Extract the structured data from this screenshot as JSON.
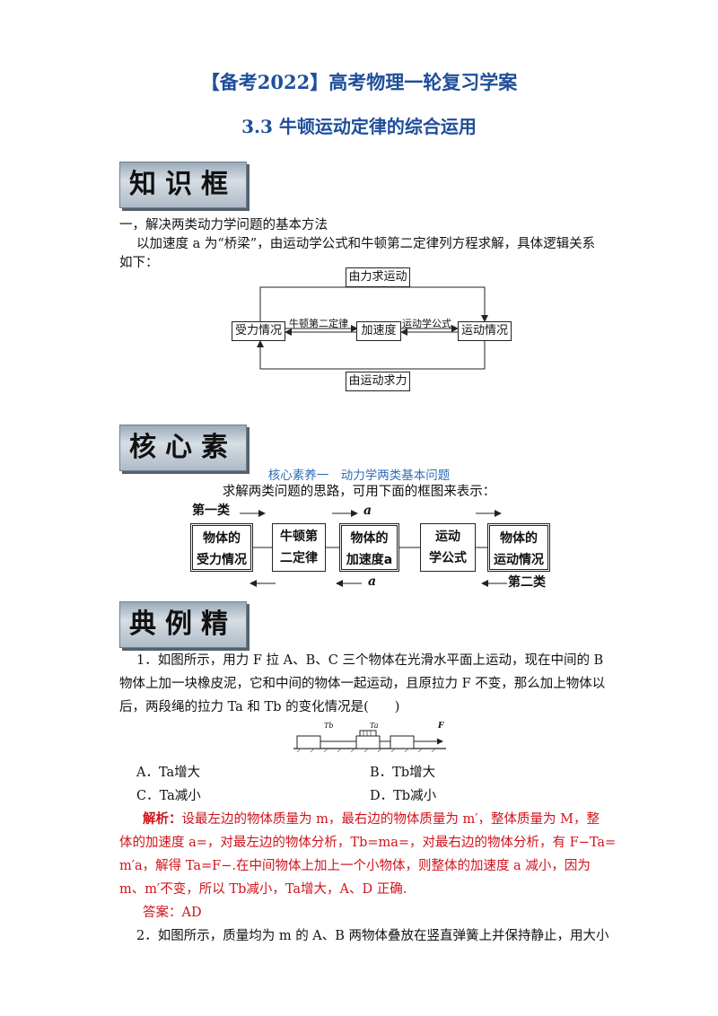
{
  "header": {
    "title": "【备考2022】高考物理一轮复习学案",
    "subtitle": "3.3 牛顿运动定律的综合运用"
  },
  "sections": {
    "knowledge": "知识框",
    "core": "核心素",
    "examples": "典例精"
  },
  "knowledge": {
    "item1": "一，解决两类动力学问题的基本方法",
    "para1": "以加速度 a 为“桥梁”，由运动学公式和牛顿第二定律列方程求解，具体逻辑关系",
    "para2": "如下：",
    "flow": {
      "top": "由力求运动",
      "bottom": "由运动求力",
      "left": "受力情况",
      "mid": "加速度",
      "right": "运动情况",
      "edge1": "牛顿第二定律",
      "edge2": "运动学公式"
    }
  },
  "core": {
    "heading": "核心素养一　动力学两类基本问题",
    "intro": "求解两类问题的思路，可用下面的框图来表示：",
    "first_class": "第一类",
    "second_class": "第二类",
    "a_symbol": "a",
    "box1": [
      "物体的",
      "受力情况"
    ],
    "box2": [
      "牛顿第",
      "二定律"
    ],
    "box3": [
      "物体的",
      "加速度a"
    ],
    "box4": [
      "运动",
      "学公式"
    ],
    "box5": [
      "物体的",
      "运动情况"
    ]
  },
  "q1": {
    "line1": "1．如图所示，用力 F 拉 A、B、C 三个物体在光滑水平面上运动，现在中间的 B",
    "line2": "物体上加一块橡皮泥，它和中间的物体一起运动，且原拉力 F 不变，那么加上物体以",
    "line3": "后，两段绳的拉力 Ta 和 Tb 的变化情况是(　　)",
    "fig_tb": "Tb",
    "fig_ta": "Ta",
    "fig_f": "F",
    "optA": "A．Ta增大",
    "optB": "B．Tb增大",
    "optC": "C．Ta减小",
    "optD": "D．Tb减小",
    "sol_label": "解析：",
    "sol1": "设最左边的物体质量为 m，最右边的物体质量为 m′，整体质量为 M，整",
    "sol2": "体的加速度 a=，对最左边的物体分析，Tb=ma=，对最右边的物体分析，有 F−Ta=",
    "sol3": "m′a，解得 Ta=F−.在中间物体上加上一个小物体，则整体的加速度 a 减小，因为",
    "sol4": "m、m′不变，所以 Tb减小，Ta增大，A、D 正确.",
    "ans_label": "答案：",
    "ans": "AD"
  },
  "q2": {
    "line1": "2．如图所示，质量均为 m 的 A、B 两物体叠放在竖直弹簧上并保持静止，用大小"
  }
}
